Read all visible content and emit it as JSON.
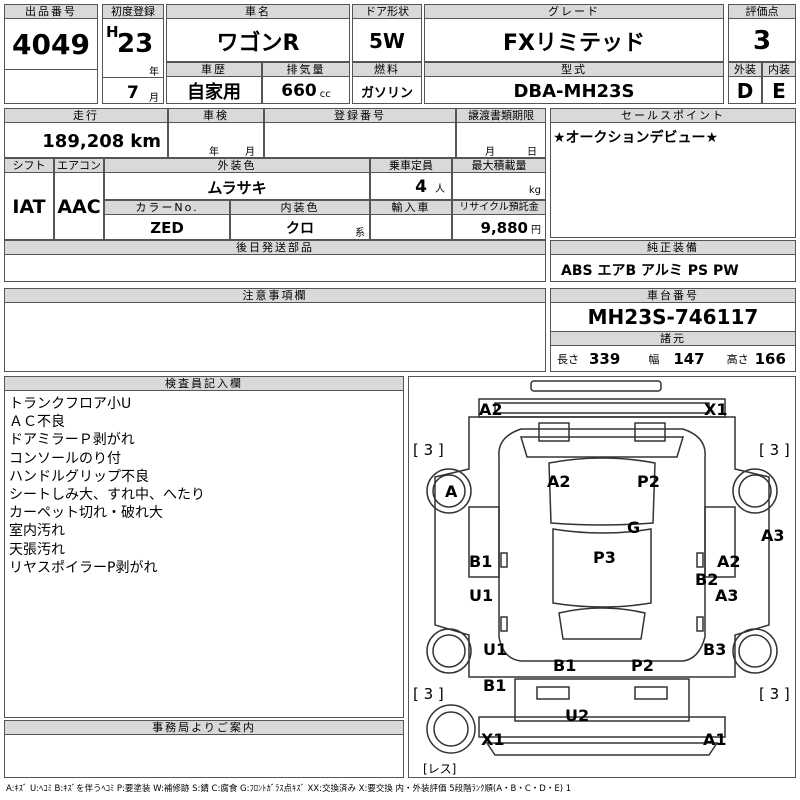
{
  "lot": {
    "label": "出品番号",
    "value": "4049"
  },
  "first_reg": {
    "label": "初度登録",
    "era": "H",
    "year": "23",
    "year_unit": "年",
    "month": "7",
    "month_unit": "月"
  },
  "car_name": {
    "label": "車名",
    "value": "ワゴンR"
  },
  "door": {
    "label": "ドア形状",
    "value": "5W"
  },
  "grade": {
    "label": "グレード",
    "value": "FXリミテッド"
  },
  "score": {
    "label": "評価点",
    "value": "3"
  },
  "history": {
    "label": "車歴",
    "value": "自家用"
  },
  "displacement": {
    "label": "排気量",
    "value": "660",
    "unit": "cc"
  },
  "fuel": {
    "label": "燃料",
    "value": "ガソリン"
  },
  "model": {
    "label": "型式",
    "value": "DBA-MH23S"
  },
  "exterior": {
    "label": "外装",
    "value": "D"
  },
  "interior": {
    "label": "内装",
    "value": "E"
  },
  "mileage": {
    "label": "走行",
    "value": "189,208",
    "unit": "km"
  },
  "inspection": {
    "label": "車検",
    "year_unit": "年",
    "month_unit": "月"
  },
  "reg_no": {
    "label": "登録番号"
  },
  "transfer": {
    "label": "譲渡書類期限",
    "month_unit": "月",
    "day_unit": "日"
  },
  "sales_point": {
    "label": "セールスポイント",
    "value": "★オークションデビュー★"
  },
  "shift": {
    "label": "シフト",
    "value": "IAT"
  },
  "aircon": {
    "label": "エアコン",
    "value": "AAC"
  },
  "ext_color": {
    "label": "外装色",
    "value": "ムラサキ"
  },
  "capacity": {
    "label": "乗車定員",
    "value": "4",
    "unit": "人"
  },
  "max_load": {
    "label": "最大積載量",
    "unit": "kg"
  },
  "color_no": {
    "label": "カラーNo.",
    "value": "ZED"
  },
  "int_color": {
    "label": "内装色",
    "value": "クロ",
    "unit": "系"
  },
  "import": {
    "label": "輸入車"
  },
  "recycle": {
    "label": "リサイクル預託金",
    "value": "9,880",
    "unit": "円"
  },
  "later_parts": {
    "label": "後日発送部品"
  },
  "equipment": {
    "label": "純正装備",
    "value": "ABS エアB アルミ PS PW"
  },
  "notes": {
    "label": "注意事項欄"
  },
  "chassis": {
    "label": "車台番号",
    "value": "MH23S-746117"
  },
  "dims": {
    "label": "諸元",
    "length_label": "長さ",
    "length": "339",
    "width_label": "幅",
    "width": "147",
    "height_label": "高さ",
    "height": "166"
  },
  "inspector": {
    "label": "検査員記入欄",
    "lines": [
      "トランクフロア小U",
      "ＡＣ不良",
      "ドアミラーＰ剥がれ",
      "コンソールのり付",
      "ハンドルグリップ不良",
      "シートしみ大、すれ中、へたり",
      "カーペット切れ・破れ大",
      "室内汚れ",
      "天張汚れ",
      "リヤスポイラーP剥がれ"
    ]
  },
  "office": {
    "label": "事務局よりご案内"
  },
  "diagram": {
    "tread": [
      "[ 3 ]",
      "[ 3 ]",
      "[ 3 ]",
      "[ 3 ]"
    ],
    "labels": [
      "A2",
      "X1",
      "A2",
      "P2",
      "A",
      "G",
      "A3",
      "B1",
      "P3",
      "A2",
      "B2",
      "U1",
      "A3",
      "U1",
      "B3",
      "B1",
      "P2",
      "B1",
      "U2",
      "X1",
      "A1"
    ],
    "spare_label": "[レス]"
  },
  "legend": "A:ｷｽﾞ U:ﾍｺﾐ B:ｷｽﾞを伴うﾍｺﾐ P:要塗装 W:補修跡 S:錆 C:腐食 G:ﾌﾛﾝﾄｶﾞﾗｽ点ｷｽﾞ XX:交換済み X:要交換 内・外装評価 5段階ﾗﾝｸ順(A・B・C・D・E) 1"
}
